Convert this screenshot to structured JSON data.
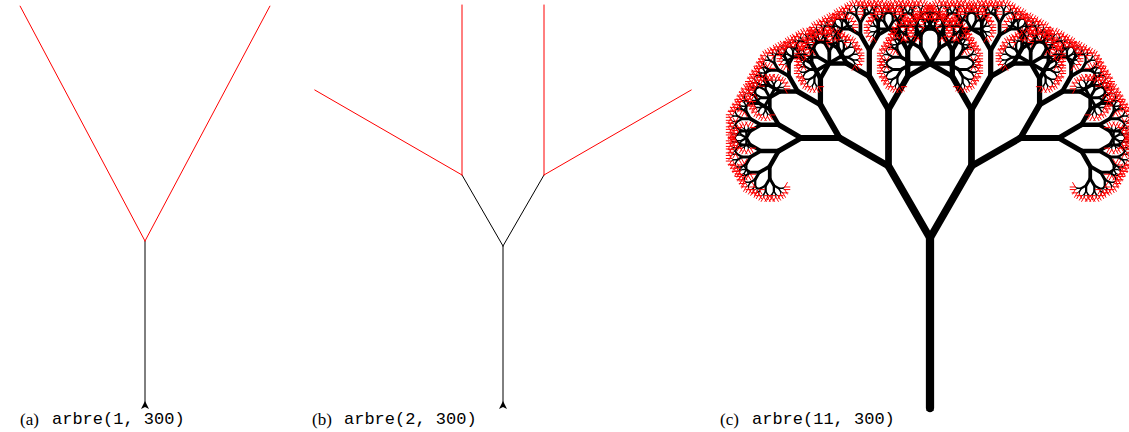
{
  "diagram": {
    "labels": [
      "(a)",
      "arbre(1, 300)",
      "(b)",
      "arbre(2, 300)",
      "(c)",
      "arbre(11, 300)"
    ]
  }
}
